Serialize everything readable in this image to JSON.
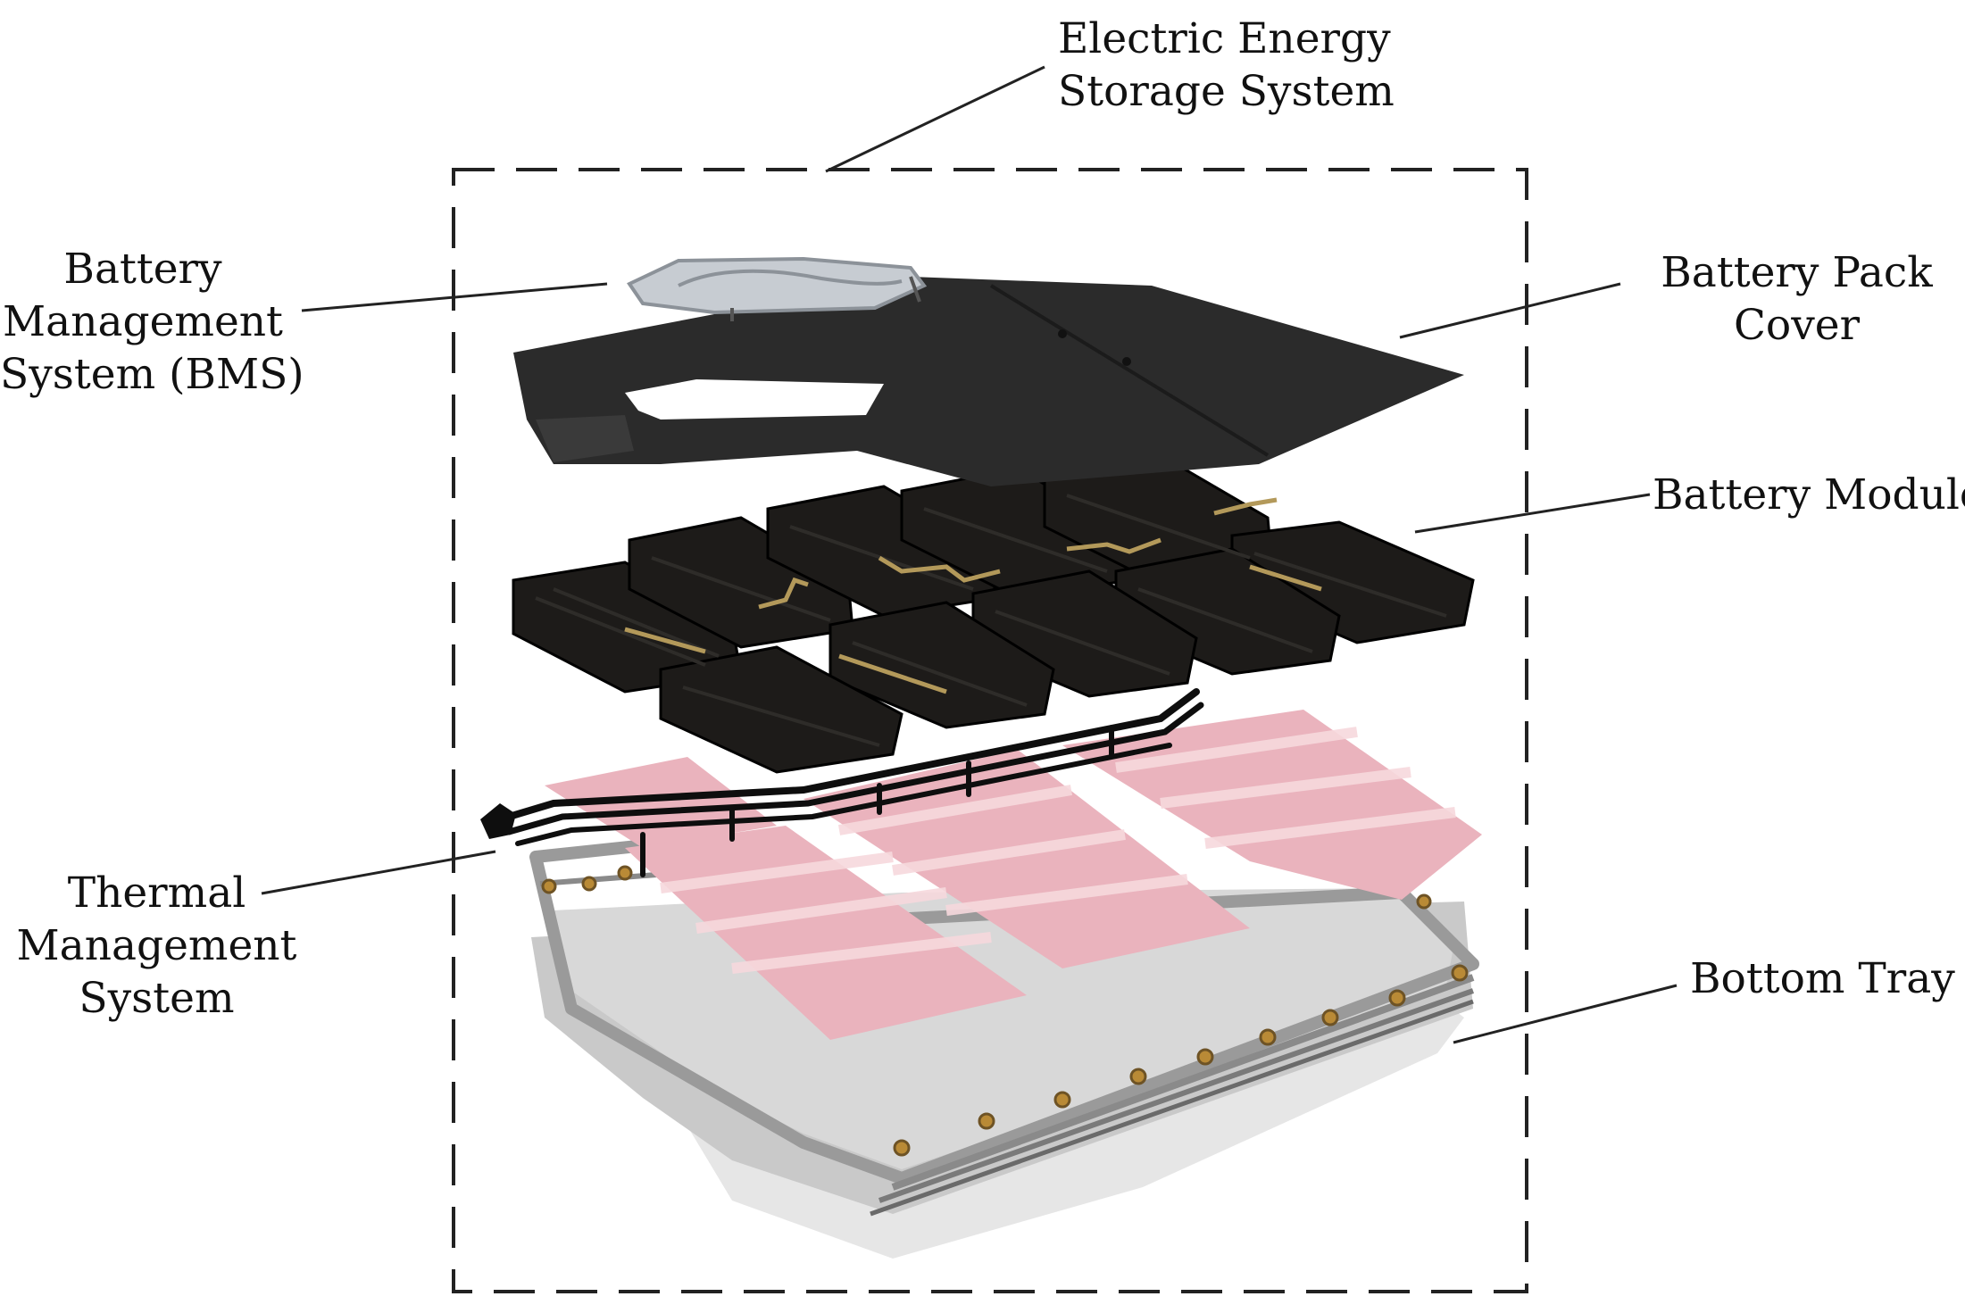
{
  "labels": {
    "eess": [
      "Electric Energy",
      "Storage System"
    ],
    "bms": [
      "Battery",
      "Management",
      "System (BMS)"
    ],
    "cover": [
      "Battery Pack",
      "Cover"
    ],
    "module": [
      "Battery Module"
    ],
    "thermal": [
      "Thermal",
      "Management",
      "System"
    ],
    "tray": [
      "Bottom Tray"
    ]
  },
  "colors": {
    "text": "#111111",
    "cover": "#2b2b2b",
    "module": "#1d1b19",
    "module_ridges": "#2e2c29",
    "busbar": "#b3995a",
    "cooling_plate": "#eab3bd",
    "cooling_stripe": "#f7d9dd",
    "coolant_pipe": "#0e0e0e",
    "tray": "#c9c9c9",
    "tray_frame": "#9a9a9a",
    "bolt": "#b98a36",
    "bms_board": "#c7ccd2",
    "callout_line": "#222222"
  }
}
